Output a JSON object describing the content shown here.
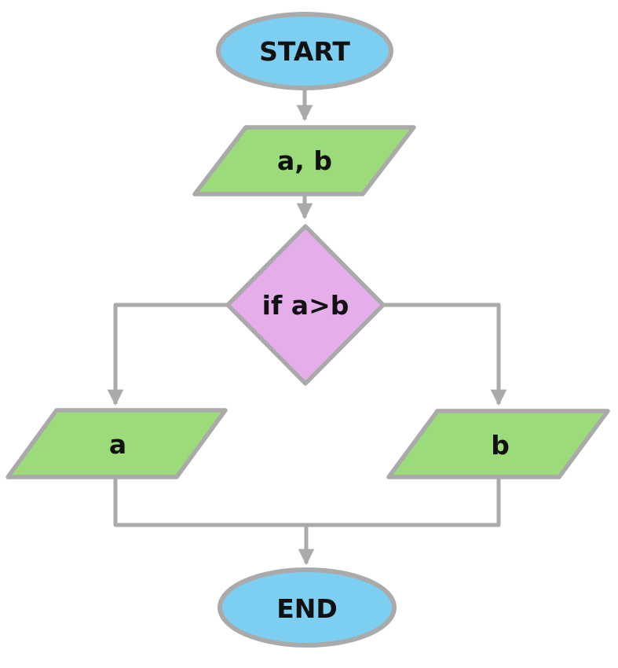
{
  "diagram": {
    "type": "flowchart",
    "background": "#ffffff",
    "stroke_color": "#aaaaaa",
    "text_color": "#111111",
    "nodes": {
      "start": {
        "label": "START",
        "shape": "terminator",
        "fill": "#7dcff2"
      },
      "input_ab": {
        "label": "a, b",
        "shape": "input-output",
        "fill": "#9bdb7a"
      },
      "decision": {
        "label": "if a>b",
        "shape": "decision",
        "fill": "#e5ade9"
      },
      "output_a": {
        "label": "a",
        "shape": "input-output",
        "fill": "#9bdb7a"
      },
      "output_b": {
        "label": "b",
        "shape": "input-output",
        "fill": "#9bdb7a"
      },
      "end": {
        "label": "END",
        "shape": "terminator",
        "fill": "#7dcff2"
      }
    },
    "edges": [
      {
        "from": "start",
        "to": "input_ab"
      },
      {
        "from": "input_ab",
        "to": "decision"
      },
      {
        "from": "decision",
        "to": "output_a",
        "branch": "true"
      },
      {
        "from": "decision",
        "to": "output_b",
        "branch": "false"
      },
      {
        "from": "output_a",
        "to": "end"
      },
      {
        "from": "output_b",
        "to": "end"
      }
    ]
  }
}
